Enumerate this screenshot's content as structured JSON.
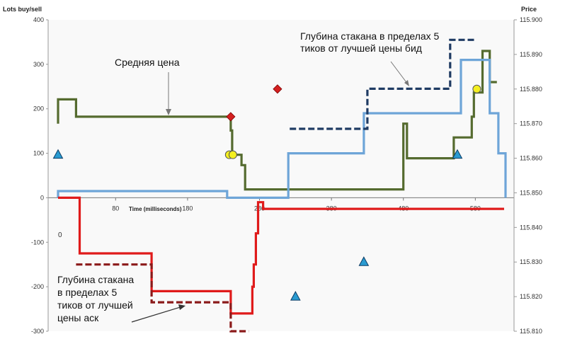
{
  "chart_data": {
    "type": "line",
    "y_left_label": "Lots buy/sell",
    "y_right_label": "Price",
    "x_label": "Time (milliseconds)",
    "y_left_ticks": [
      "400",
      "300",
      "200",
      "100",
      "0",
      "-100",
      "-200",
      "-300"
    ],
    "y_right_ticks": [
      "115.900",
      "115.890",
      "115.880",
      "115.870",
      "115.860",
      "115.850",
      "115.840",
      "115.830",
      "115.820",
      "115.810"
    ],
    "x_ticks": [
      "80",
      "180",
      "280",
      "380",
      "480",
      "580"
    ],
    "zero_marker": "0",
    "xlim": [
      0,
      620
    ],
    "ylim_left": [
      -300,
      400
    ],
    "ylim_right": [
      115.81,
      115.9
    ],
    "grid": false,
    "annotations": {
      "mid_price": "Средняя цена",
      "bid_depth": [
        "Глубина стакана  в пределах 5",
        "тиков от лучшей цены бид"
      ],
      "ask_depth": [
        "Глубина стакана",
        "в пределах 5",
        "тиков от лучшей",
        "цены аск"
      ]
    },
    "colors": {
      "mid_price": "#556b2f",
      "bid_depth": "#1f3b63",
      "bid_volume": "#6ea5d8",
      "ask_volume": "#e01b1b",
      "ask_depth": "#8b1a1a",
      "marker_diamond": "#d42020",
      "marker_circle": "#f4ef20",
      "marker_triangle": "#2a9bd1"
    },
    "series": [
      {
        "key": "mid_price",
        "axis": "right",
        "style": "solid",
        "x": [
          0,
          0,
          25,
          25,
          240,
          240,
          242,
          242,
          255,
          255,
          260,
          260,
          480,
          480,
          485,
          485,
          550,
          550,
          575,
          575,
          578,
          578,
          590,
          590,
          600,
          600,
          610
        ],
        "y": [
          115.87,
          115.877,
          115.877,
          115.872,
          115.872,
          115.868,
          115.868,
          115.861,
          115.861,
          115.858,
          115.858,
          115.851,
          115.851,
          115.87,
          115.87,
          115.86,
          115.86,
          115.866,
          115.866,
          115.872,
          115.872,
          115.879,
          115.879,
          115.891,
          115.891,
          115.882,
          115.882
        ]
      },
      {
        "key": "bid_volume",
        "axis": "left",
        "style": "solid",
        "x": [
          0,
          0,
          235,
          235,
          320,
          320,
          425,
          425,
          560,
          560,
          600,
          600,
          612,
          612,
          622,
          622
        ],
        "y": [
          0,
          15,
          15,
          0,
          0,
          100,
          100,
          190,
          190,
          310,
          310,
          190,
          190,
          100,
          100,
          0
        ]
      },
      {
        "key": "bid_depth",
        "axis": "left",
        "style": "dashed",
        "x": [
          322,
          430,
          430,
          545,
          545,
          580
        ],
        "y": [
          155,
          155,
          245,
          245,
          355,
          355
        ]
      },
      {
        "key": "ask_volume",
        "axis": "left",
        "style": "solid",
        "x": [
          0,
          30,
          30,
          130,
          130,
          240,
          240,
          270,
          270,
          272,
          272,
          275,
          275,
          278,
          278,
          285,
          285,
          620
        ],
        "y": [
          0,
          0,
          -125,
          -125,
          -210,
          -210,
          -260,
          -260,
          -200,
          -200,
          -150,
          -150,
          -80,
          -80,
          -10,
          -10,
          -25,
          -25
        ]
      },
      {
        "key": "ask_depth",
        "axis": "left",
        "style": "dashed",
        "x": [
          25,
          130,
          130,
          240,
          240,
          265
        ],
        "y": [
          -150,
          -150,
          -235,
          -235,
          -300,
          -300
        ]
      }
    ],
    "markers": [
      {
        "shape": "diamond",
        "axis": "right",
        "x": 240,
        "y": 115.872
      },
      {
        "shape": "diamond",
        "axis": "right",
        "x": 305,
        "y": 115.88
      },
      {
        "shape": "circle",
        "axis": "right",
        "x": 238,
        "y": 115.861
      },
      {
        "shape": "circle",
        "axis": "right",
        "x": 243,
        "y": 115.861
      },
      {
        "shape": "circle",
        "axis": "right",
        "x": 582,
        "y": 115.88
      },
      {
        "shape": "triangle",
        "axis": "right",
        "x": 0,
        "y": 115.861
      },
      {
        "shape": "triangle",
        "axis": "right",
        "x": 555,
        "y": 115.861
      },
      {
        "shape": "triangle",
        "axis": "right",
        "x": 330,
        "y": 115.82
      },
      {
        "shape": "triangle",
        "axis": "right",
        "x": 425,
        "y": 115.83
      }
    ]
  }
}
